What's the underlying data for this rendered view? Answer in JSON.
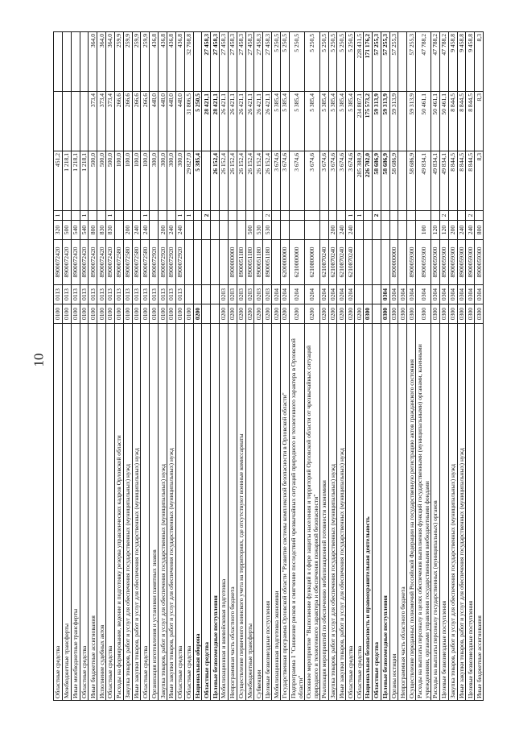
{
  "page": {
    "number": "10"
  },
  "columns": [
    "name",
    "section",
    "subsection",
    "target_article",
    "expense_type",
    "mark",
    "amount_1",
    "amount_2",
    "amount_3"
  ],
  "rows": [
    {
      "bold": false,
      "name": "Областные средства",
      "rz": "0100",
      "pr": "0113",
      "csr": "8900072420",
      "vr": "320",
      "m": "1",
      "v1": "451,2",
      "v2": "",
      "v3": ""
    },
    {
      "bold": false,
      "name": "Межбюджетные трансферты",
      "rz": "0100",
      "pr": "0113",
      "csr": "8900072420",
      "vr": "500",
      "m": "",
      "v1": "1 218,1",
      "v2": "",
      "v3": ""
    },
    {
      "bold": false,
      "name": "Иные межбюджетные трансферты",
      "rz": "0100",
      "pr": "0113",
      "csr": "8900072420",
      "vr": "540",
      "m": "",
      "v1": "1 218,1",
      "v2": "",
      "v3": ""
    },
    {
      "bold": false,
      "name": "Областные средства",
      "rz": "0100",
      "pr": "0113",
      "csr": "8900072420",
      "vr": "540",
      "m": "1",
      "v1": "1 218,1",
      "v2": "",
      "v3": ""
    },
    {
      "bold": false,
      "name": "Иные бюджетные ассигнования",
      "rz": "0100",
      "pr": "0113",
      "csr": "8900072420",
      "vr": "800",
      "m": "",
      "v1": "500,0",
      "v2": "373,4",
      "v3": "364,0"
    },
    {
      "bold": false,
      "name": "Исполнение судебных актов",
      "rz": "0100",
      "pr": "0113",
      "csr": "8900072420",
      "vr": "830",
      "m": "",
      "v1": "500,0",
      "v2": "373,4",
      "v3": "364,0"
    },
    {
      "bold": false,
      "name": "Областные средства",
      "rz": "0100",
      "pr": "0113",
      "csr": "8900072420",
      "vr": "830",
      "m": "1",
      "v1": "500,0",
      "v2": "373,4",
      "v3": "364,0"
    },
    {
      "bold": false,
      "name": "Расходы на формирование, ведение и подготовку резерва управленческих кадров Орловской области",
      "rz": "0100",
      "pr": "0113",
      "csr": "8900072580",
      "vr": "",
      "m": "",
      "v1": "100,0",
      "v2": "266,6",
      "v3": "259,9"
    },
    {
      "bold": false,
      "name": "Закупка товаров, работ и услуг для обеспечения государственных (муниципальных) нужд",
      "rz": "0100",
      "pr": "0113",
      "csr": "8900072580",
      "vr": "200",
      "m": "",
      "v1": "100,0",
      "v2": "266,6",
      "v3": "259,9"
    },
    {
      "bold": false,
      "name": "Иные закупки товаров, работ и услуг для обеспечения государственных (муниципальных) нужд",
      "rz": "0100",
      "pr": "0113",
      "csr": "8900072580",
      "vr": "240",
      "m": "",
      "v1": "100,0",
      "v2": "266,6",
      "v3": "259,9"
    },
    {
      "bold": false,
      "name": "Областные средства",
      "rz": "0100",
      "pr": "0113",
      "csr": "8900072580",
      "vr": "240",
      "m": "1",
      "v1": "100,0",
      "v2": "266,6",
      "v3": "259,9"
    },
    {
      "bold": false,
      "name": "Организация изготовления и установки памятных знаков",
      "rz": "0100",
      "pr": "0113",
      "csr": "8900072920",
      "vr": "",
      "m": "",
      "v1": "300,0",
      "v2": "448,0",
      "v3": "436,8"
    },
    {
      "bold": false,
      "name": "Закупка товаров, работ и услуг для обеспечения государственных (муниципальных) нужд",
      "rz": "0100",
      "pr": "0113",
      "csr": "8900072920",
      "vr": "200",
      "m": "",
      "v1": "300,0",
      "v2": "448,0",
      "v3": "436,8"
    },
    {
      "bold": false,
      "name": "Иные закупки товаров, работ и услуг для обеспечения государственных (муниципальных) нужд",
      "rz": "0100",
      "pr": "0113",
      "csr": "8900072920",
      "vr": "240",
      "m": "",
      "v1": "300,0",
      "v2": "448,0",
      "v3": "436,8"
    },
    {
      "bold": false,
      "name": "Областные средства",
      "rz": "0100",
      "pr": "0113",
      "csr": "8900072920",
      "vr": "240",
      "m": "1",
      "v1": "300,0",
      "v2": "448,0",
      "v3": "436,8"
    },
    {
      "bold": false,
      "name": "Областные средства",
      "rz": "0100",
      "pr": "",
      "csr": "",
      "vr": "",
      "m": "1",
      "v1": "29 827,0",
      "v2": "31 806,5",
      "v3": "32 708,8"
    },
    {
      "bold": true,
      "name": "Национальная оборона",
      "rz": "0200",
      "pr": "",
      "csr": "",
      "vr": "",
      "m": "",
      "v1": "5 385,4",
      "v2": "5 250,5",
      "v3": ""
    },
    {
      "bold": true,
      "name": "Областные средства",
      "rz": "",
      "pr": "",
      "csr": "",
      "vr": "",
      "m": "2",
      "v1": "",
      "v2": "28 421,1",
      "v3": "27 458,3"
    },
    {
      "bold": true,
      "name": "Целевые безвозмездные поступления",
      "rz": "",
      "pr": "",
      "csr": "",
      "vr": "",
      "m": "",
      "v1": "26 152,4",
      "v2": "28 421,1",
      "v3": "27 458,3"
    },
    {
      "bold": false,
      "name": "Мобилизационная и вневойсковая подготовка",
      "rz": "0200",
      "pr": "0203",
      "csr": "",
      "vr": "",
      "m": "",
      "v1": "26 152,4",
      "v2": "26 421,1",
      "v3": "27 458,3"
    },
    {
      "bold": false,
      "name": "Непрограммная часть областного бюджета",
      "rz": "0200",
      "pr": "0203",
      "csr": "8900000000",
      "vr": "",
      "m": "",
      "v1": "26 152,4",
      "v2": "26 421,1",
      "v3": "27 458,3"
    },
    {
      "bold": false,
      "name": "Осуществление первичного воинского учета на территориях, где отсутствуют военные комиссариаты",
      "rz": "0200",
      "pr": "0203",
      "csr": "8900051180",
      "vr": "",
      "m": "",
      "v1": "26 152,4",
      "v2": "26 421,1",
      "v3": "27 458,3"
    },
    {
      "bold": false,
      "name": "Межбюджетные трансферты",
      "rz": "0200",
      "pr": "0203",
      "csr": "8900051180",
      "vr": "500",
      "m": "",
      "v1": "26 152,4",
      "v2": "26 421,1",
      "v3": "27 458,3"
    },
    {
      "bold": false,
      "name": "Субвенции",
      "rz": "0200",
      "pr": "0203",
      "csr": "8900051180",
      "vr": "530",
      "m": "",
      "v1": "26 152,4",
      "v2": "26 421,1",
      "v3": "27 458,3"
    },
    {
      "bold": false,
      "name": "Целевые безвозмездные поступления",
      "rz": "0200",
      "pr": "0203",
      "csr": "8900051180",
      "vr": "530",
      "m": "2",
      "v1": "26 152,4",
      "v2": "26 421,1",
      "v3": "27 458,3"
    },
    {
      "bold": false,
      "name": "Мобилизационная подготовка экономики",
      "rz": "0200",
      "pr": "0204",
      "csr": "",
      "vr": "",
      "m": "",
      "v1": "3 674,6",
      "v2": "5 385,4",
      "v3": "5 250,5"
    },
    {
      "bold": false,
      "name": "Государственная программа Орловской области \"Развитие системы комплексной безопасности в Орловской области\"",
      "rz": "0200",
      "pr": "0204",
      "csr": "6200000000",
      "vr": "",
      "m": "",
      "v1": "3 674,6",
      "v2": "5 385,4",
      "v3": "5 250,5"
    },
    {
      "bold": false,
      "name": "Подпрограмма 1 \"Снижение рисков и смягчение последствий чрезвычайных ситуаций природного и техногенного характера в Орловской области\"",
      "rz": "0200",
      "pr": "0204",
      "csr": "6210000000",
      "vr": "",
      "m": "",
      "v1": "3 674,6",
      "v2": "5 385,4",
      "v3": "5 250,5"
    },
    {
      "bold": false,
      "name": "Основное мероприятие \"Выполнение функций в сфере защиты населения и территорий Орловской области от чрезвычайных ситуаций природного и техногенного характера и обеспечения пожарной безопасности\"",
      "rz": "0200",
      "pr": "0204",
      "csr": "6210800000",
      "vr": "",
      "m": "",
      "v1": "3 674,6",
      "v2": "5 385,4",
      "v3": "5 250,5"
    },
    {
      "bold": false,
      "name": "Реализация мероприятий по обеспечению мобилизационной готовности экономики",
      "rz": "0200",
      "pr": "0204",
      "csr": "6210870240",
      "vr": "",
      "m": "",
      "v1": "3 674,6",
      "v2": "5 385,4",
      "v3": "5 250,5"
    },
    {
      "bold": false,
      "name": "Закупка товаров, работ и услуг для обеспечения государственных (муниципальных) нужд",
      "rz": "0200",
      "pr": "0204",
      "csr": "6210870240",
      "vr": "200",
      "m": "",
      "v1": "3 674,6",
      "v2": "5 385,4",
      "v3": "5 250,5"
    },
    {
      "bold": false,
      "name": "Иные закупки товаров, работ и услуг для обеспечения государственных (муниципальных) нужд",
      "rz": "0200",
      "pr": "0204",
      "csr": "6210870240",
      "vr": "240",
      "m": "",
      "v1": "3 674,6",
      "v2": "5 385,4",
      "v3": "5 250,5"
    },
    {
      "bold": false,
      "name": "Областные средства",
      "rz": "0200",
      "pr": "0204",
      "csr": "6210870240",
      "vr": "240",
      "m": "1",
      "v1": "3 674,6",
      "v2": "5 385,4",
      "v3": "5 250,5"
    },
    {
      "bold": false,
      "name": "Областные средства",
      "rz": "0200",
      "pr": "",
      "csr": "",
      "vr": "",
      "m": "1",
      "v1": "285 388,9",
      "v2": "234 807,1",
      "v3": "228 431,5"
    },
    {
      "bold": true,
      "name": "Национальная безопасность и правоохранительная деятельность",
      "rz": "0300",
      "pr": "",
      "csr": "",
      "vr": "",
      "m": "",
      "v1": "226 702,0",
      "v2": "175 573,2",
      "v3": "171 176,2"
    },
    {
      "bold": true,
      "name": "Областные средства",
      "rz": "",
      "pr": "",
      "csr": "",
      "vr": "",
      "m": "2",
      "v1": "58 686,9",
      "v2": "59 313,9",
      "v3": "57 255,3"
    },
    {
      "bold": true,
      "name": "Целевые безвозмездные поступления",
      "rz": "0300",
      "pr": "0304",
      "csr": "",
      "vr": "",
      "m": "",
      "v1": "58 686,9",
      "v2": "59 313,9",
      "v3": "57 255,3"
    },
    {
      "bold": false,
      "name": "Органы юстиции",
      "rz": "0300",
      "pr": "0304",
      "csr": "8900000000",
      "vr": "",
      "m": "",
      "v1": "58 686,9",
      "v2": "59 313,9",
      "v3": "57 255,3"
    },
    {
      "bold": false,
      "name": "Непрограммная часть областного бюджета",
      "rz": "0300",
      "pr": "0304",
      "csr": "",
      "vr": "",
      "m": "",
      "v1": "",
      "v2": "",
      "v3": ""
    },
    {
      "bold": false,
      "name": "Осуществление переданных полномочий Российской Федерации на государственную регистрацию актов гражданского состояния",
      "rz": "0300",
      "pr": "0304",
      "csr": "8900059300",
      "vr": "",
      "m": "",
      "v1": "58 686,9",
      "v2": "59 313,9",
      "v3": "57 255,3"
    },
    {
      "bold": false,
      "name": "Расходы на выплаты персоналу в целях обеспечения выполнения функций государственными (муниципальными) органами, казенными учреждениями, органами управления государственными внебюджетными фондами",
      "rz": "0300",
      "pr": "0304",
      "csr": "8900059300",
      "vr": "100",
      "m": "",
      "v1": "49 834,1",
      "v2": "50 461,1",
      "v3": "47 788,2"
    },
    {
      "bold": false,
      "name": "Расходы на выплаты персоналу государственных (муниципальных) органов",
      "rz": "0300",
      "pr": "0304",
      "csr": "8900059300",
      "vr": "120",
      "m": "",
      "v1": "49 834,1",
      "v2": "50 461,1",
      "v3": "47 788,2"
    },
    {
      "bold": false,
      "name": "Целевые безвозмездные поступления",
      "rz": "0300",
      "pr": "0304",
      "csr": "8900059300",
      "vr": "120",
      "m": "2",
      "v1": "49 834,1",
      "v2": "50 461,1",
      "v3": "47 788,2"
    },
    {
      "bold": false,
      "name": "Закупка товаров, работ и услуг для обеспечения государственных (муниципальных) нужд",
      "rz": "0300",
      "pr": "0304",
      "csr": "8900059300",
      "vr": "200",
      "m": "",
      "v1": "8 844,5",
      "v2": "8 844,5",
      "v3": "9 458,8"
    },
    {
      "bold": false,
      "name": "Иные закупки товаров, работ и услуг для обеспечения государственных (муниципальных) нужд",
      "rz": "0300",
      "pr": "0304",
      "csr": "8900059300",
      "vr": "240",
      "m": "",
      "v1": "8 844,5",
      "v2": "8 844,5",
      "v3": "9 458,8"
    },
    {
      "bold": false,
      "name": "Целевые безвозмездные поступления",
      "rz": "0300",
      "pr": "0304",
      "csr": "8900059300",
      "vr": "240",
      "m": "2",
      "v1": "8 844,5",
      "v2": "8 844,5",
      "v3": "9 458,8"
    },
    {
      "bold": false,
      "name": "Иные бюджетные ассигнования",
      "rz": "0300",
      "pr": "0304",
      "csr": "8900059300",
      "vr": "800",
      "m": "",
      "v1": "8,3",
      "v2": "8,3",
      "v3": "8,3"
    }
  ]
}
